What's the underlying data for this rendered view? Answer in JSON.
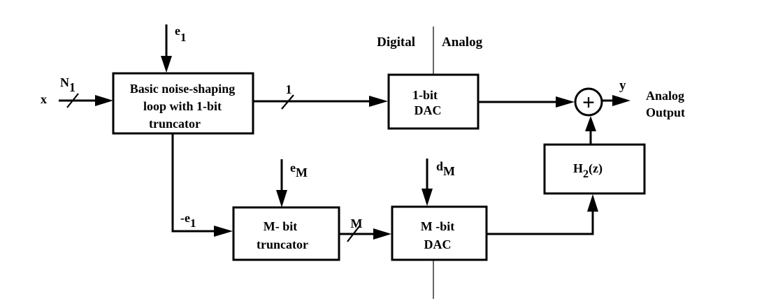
{
  "boundary": {
    "digital_label": "Digital",
    "analog_label": "Analog"
  },
  "input": {
    "label": "x",
    "width_label_main": "N",
    "width_label_sub": "1"
  },
  "blocks": {
    "noise_shaper": {
      "lines": [
        "Basic noise-shaping",
        "loop with 1-bit",
        "truncator"
      ]
    },
    "dac_1bit": {
      "lines": [
        "1-bit",
        "DAC"
      ]
    },
    "truncator_mbit": {
      "lines": [
        "M- bit",
        "truncator"
      ]
    },
    "dac_mbit": {
      "lines": [
        "M -bit",
        "DAC"
      ]
    },
    "filter_h2": {
      "main": "H",
      "sub": "2",
      "suffix": "(z)"
    }
  },
  "signals": {
    "e1": {
      "main": "e",
      "sub": "1"
    },
    "neg_e1": {
      "main": "-e",
      "sub": "1"
    },
    "eM": {
      "main": "e",
      "sub": "M"
    },
    "dM": {
      "main": "d",
      "sub": "M"
    },
    "bus_1": "1",
    "bus_M": "M",
    "y": "y"
  },
  "output": {
    "lines": [
      "Analog",
      "Output"
    ]
  },
  "summer": {
    "symbol": "+"
  }
}
